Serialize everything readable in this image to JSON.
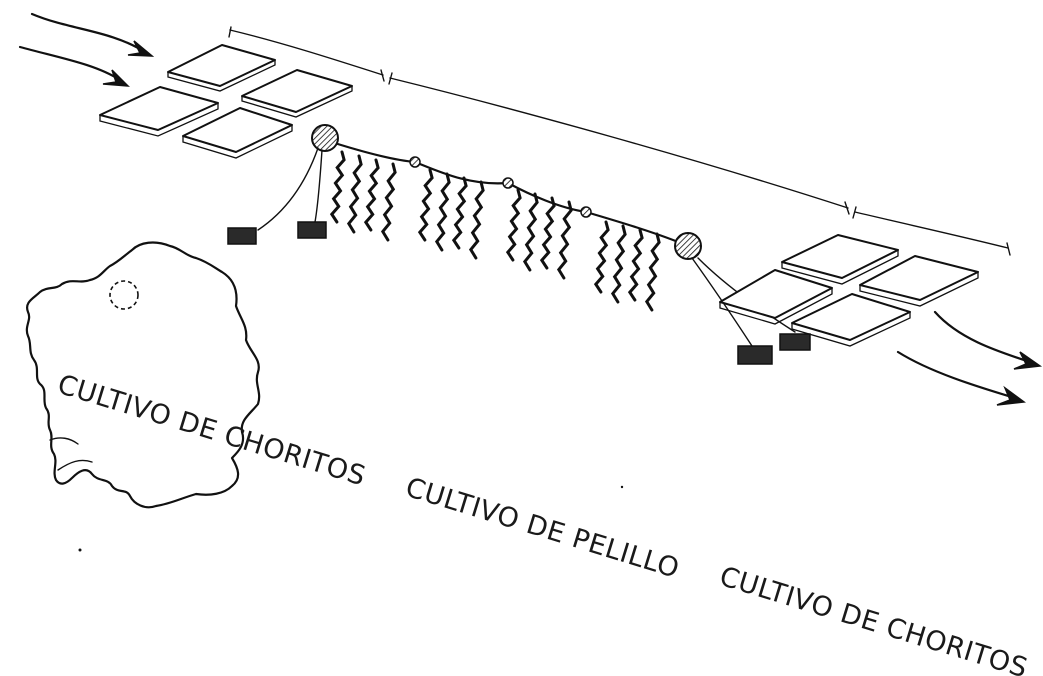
{
  "labels": {
    "left_section": "CULTIVO DE CHORITOS",
    "middle_section": "CULTIVO DE PELILLO",
    "right_section": "CULTIVO DE CHORITOS"
  },
  "colors": {
    "ink": "#111111",
    "paper": "#ffffff"
  }
}
